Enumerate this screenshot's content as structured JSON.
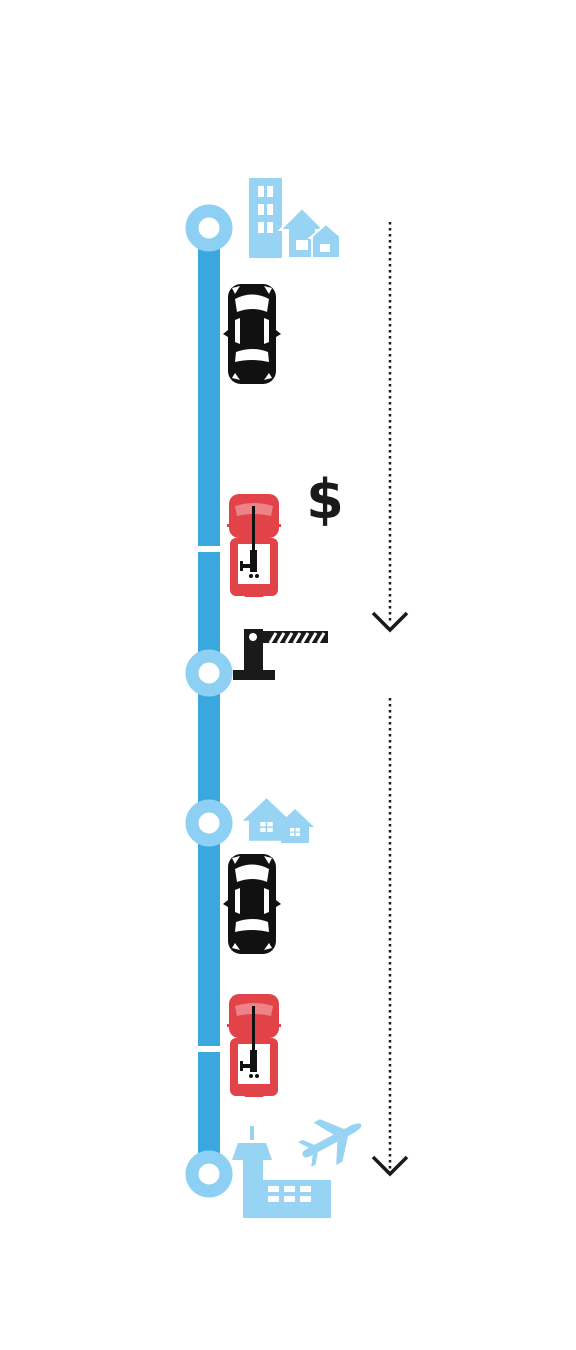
{
  "colors": {
    "route": "#3aa8df",
    "node": "#8dd0f4",
    "icon_light": "#97d3f2",
    "car_private": "#111111",
    "car_service": "#e24348",
    "ink": "#1a1a1a"
  },
  "currency_symbol": "$",
  "icons": {
    "origin": "city-buildings-houses-icon",
    "car": "private-car-icon",
    "service_car": "tow-truck-icon",
    "toll": "toll-barrier-icon",
    "suburb": "houses-icon",
    "destination": "airport-tower-icon",
    "plane": "airplane-icon",
    "direction": "dotted-arrow-down-icon"
  },
  "route": {
    "stops": [
      "origin",
      "toll-gate",
      "suburb",
      "airport"
    ],
    "segment_breaks": 2
  }
}
